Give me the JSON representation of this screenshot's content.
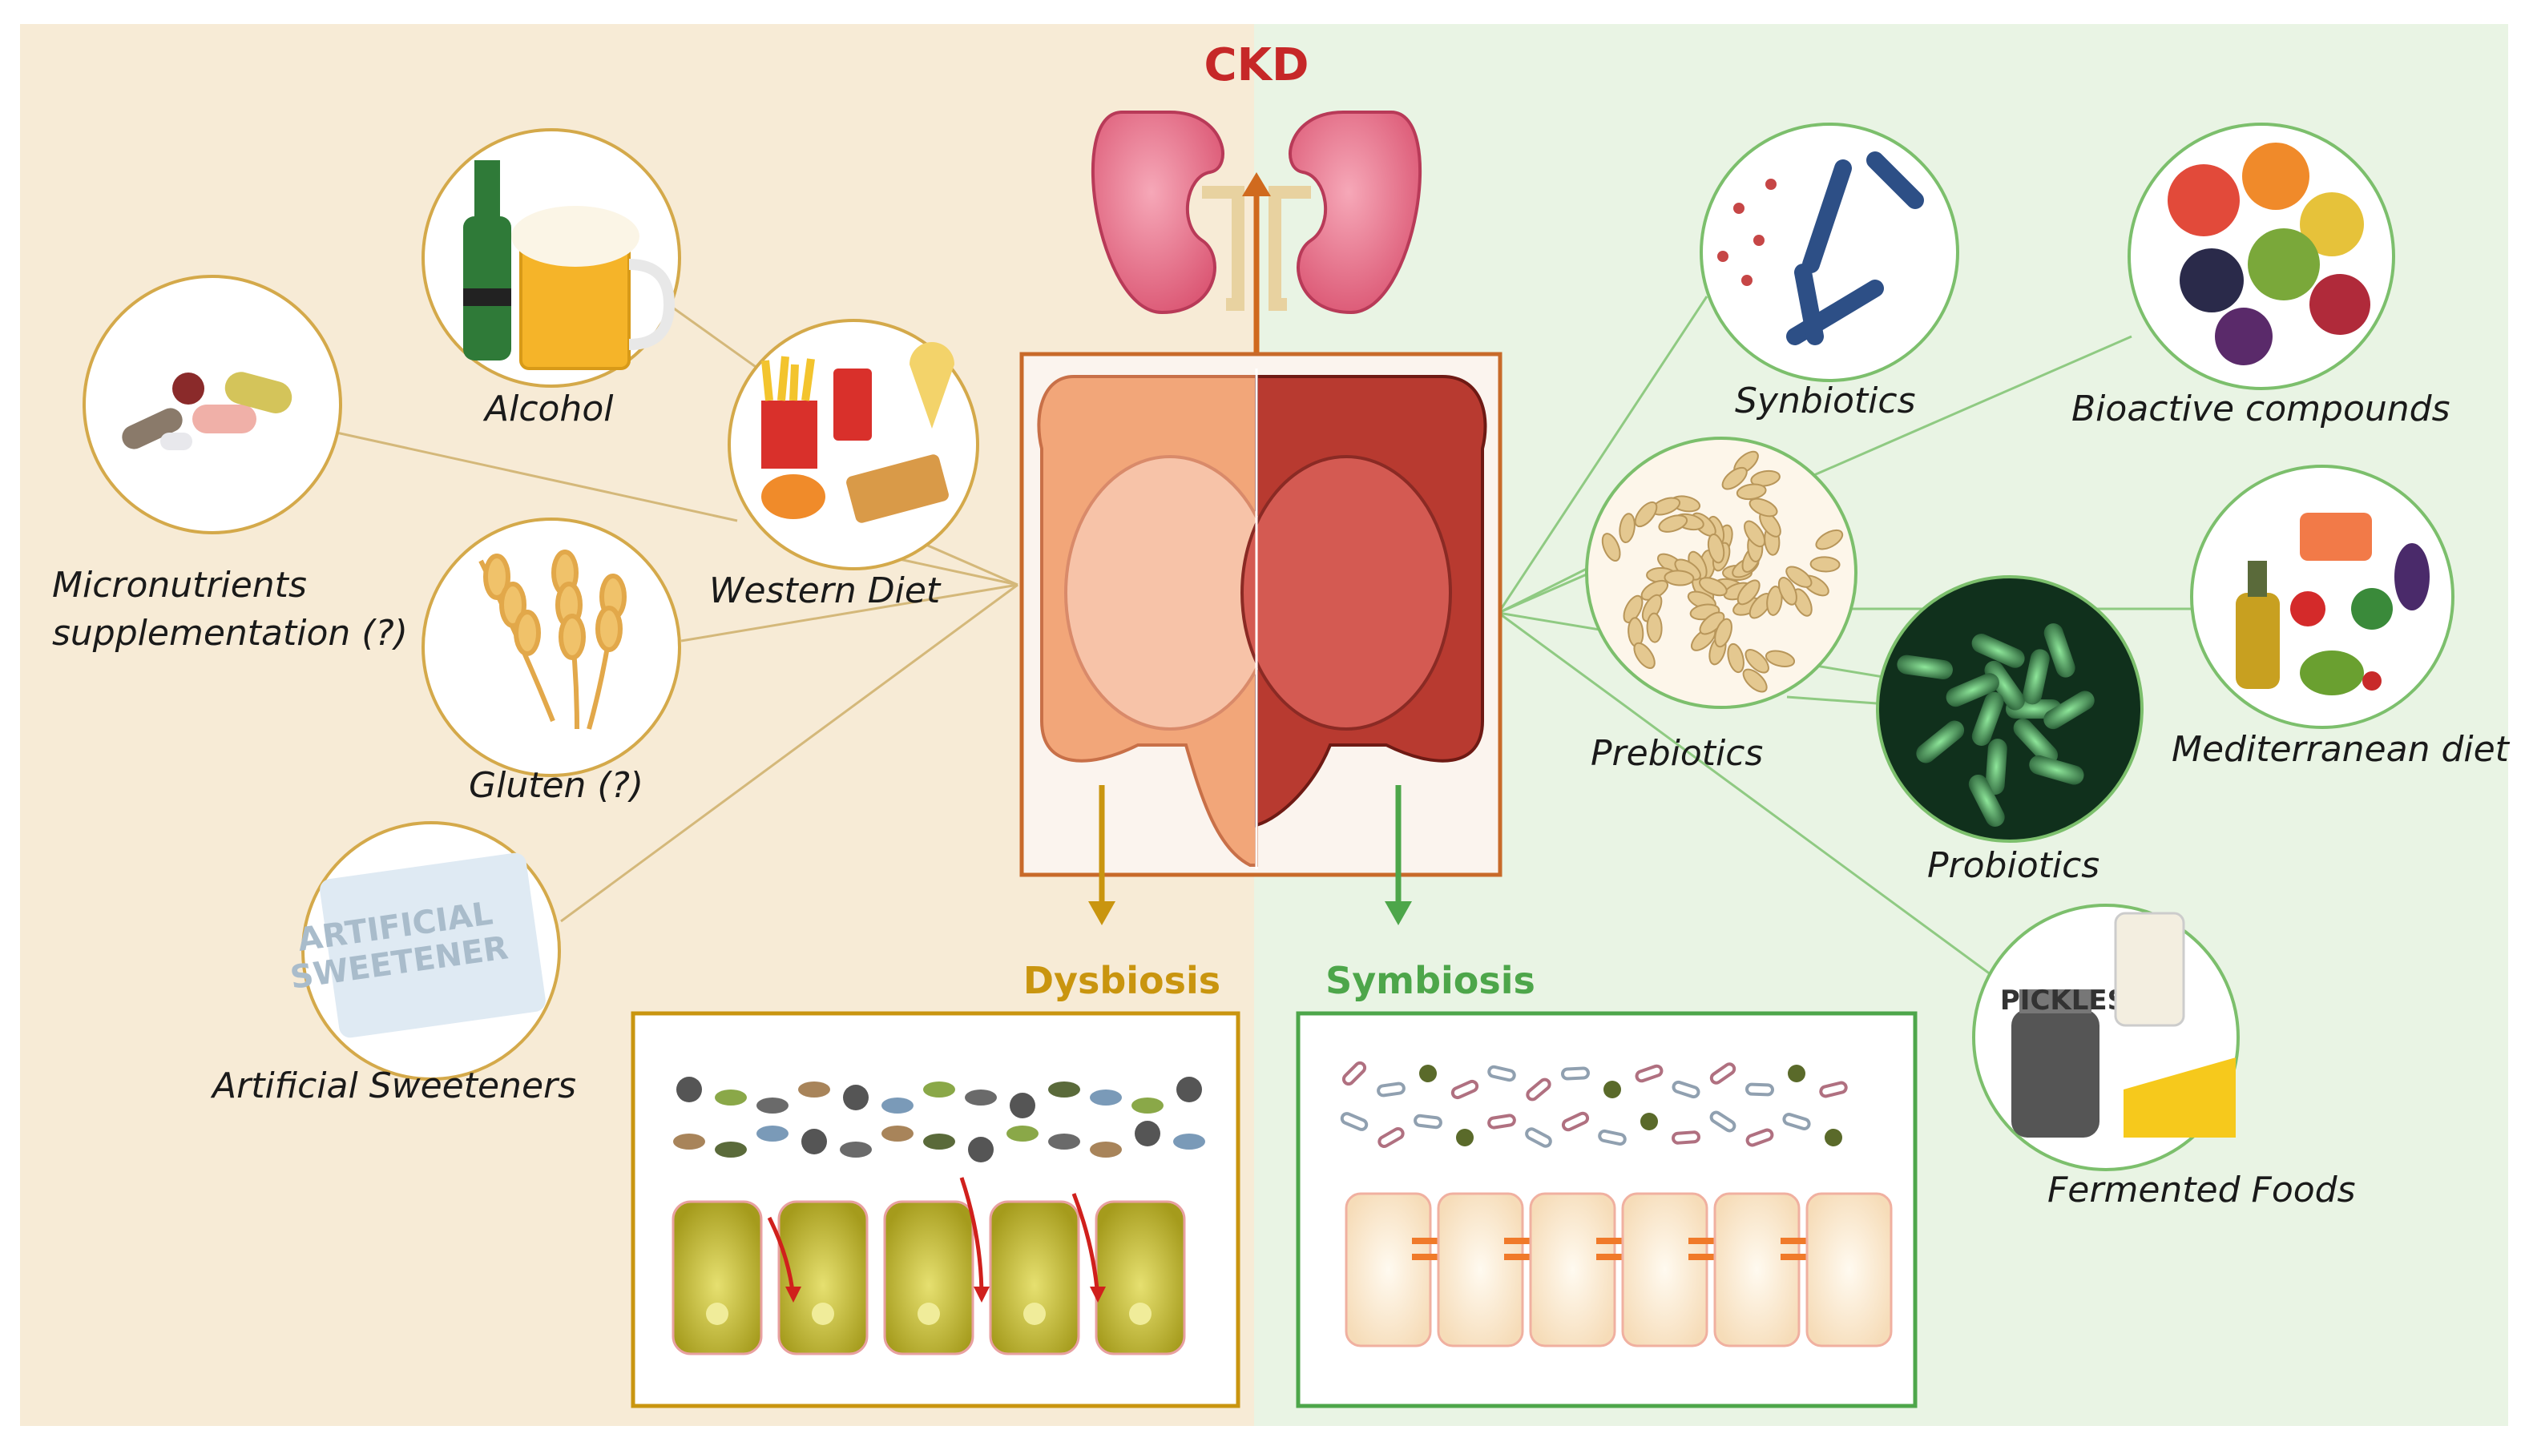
{
  "title": "CKD",
  "outcomes": {
    "dysbiosis": "Dysbiosis",
    "symbiosis": "Symbiosis"
  },
  "left_factors": [
    {
      "id": "alcohol",
      "label": "Alcohol"
    },
    {
      "id": "western",
      "label": "Western Diet"
    },
    {
      "id": "micronutrients",
      "label_line1": "Micronutrients",
      "label_line2": "supplementation (?)"
    },
    {
      "id": "gluten",
      "label": "Gluten (?)"
    },
    {
      "id": "sweeteners",
      "label": "Artificial Sweeteners"
    }
  ],
  "right_factors": [
    {
      "id": "synbiotics",
      "label": "Synbiotics"
    },
    {
      "id": "bioactive",
      "label": "Bioactive compounds"
    },
    {
      "id": "prebiotics",
      "label": "Prebiotics"
    },
    {
      "id": "mediterranean",
      "label": "Mediterranean diet"
    },
    {
      "id": "probiotics",
      "label": "Probiotics"
    },
    {
      "id": "fermented",
      "label": "Fermented Foods"
    }
  ],
  "image_text": {
    "sweetener_line1": "ARTIFICIAL",
    "sweetener_line2": "SWEETENER",
    "pickles": "PICKLES"
  },
  "colors": {
    "left_bg": "#f7ebd6",
    "right_bg": "#e9f4e4",
    "ckd_red": "#c62828",
    "dysbiosis": "#c9950f",
    "symbiosis": "#4da64a",
    "circle_left": "#d4a94a",
    "circle_right": "#7cbf6c"
  }
}
